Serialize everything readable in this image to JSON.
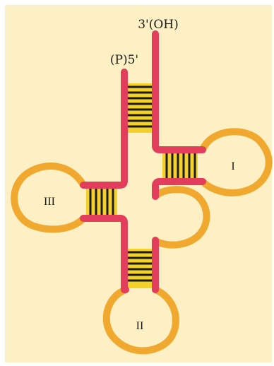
{
  "figure": {
    "labels": {
      "three_prime": "3'(OH)",
      "five_prime": "(P)5'",
      "loop_1": "I",
      "loop_2": "II",
      "loop_3": "III"
    }
  },
  "colors": {
    "background": "#fdf0c4",
    "strand": "#e23e5c",
    "loop": "#f0a92e",
    "base_pair_fill": "#f3d129",
    "base_pair_line": "#1a1a1a"
  }
}
